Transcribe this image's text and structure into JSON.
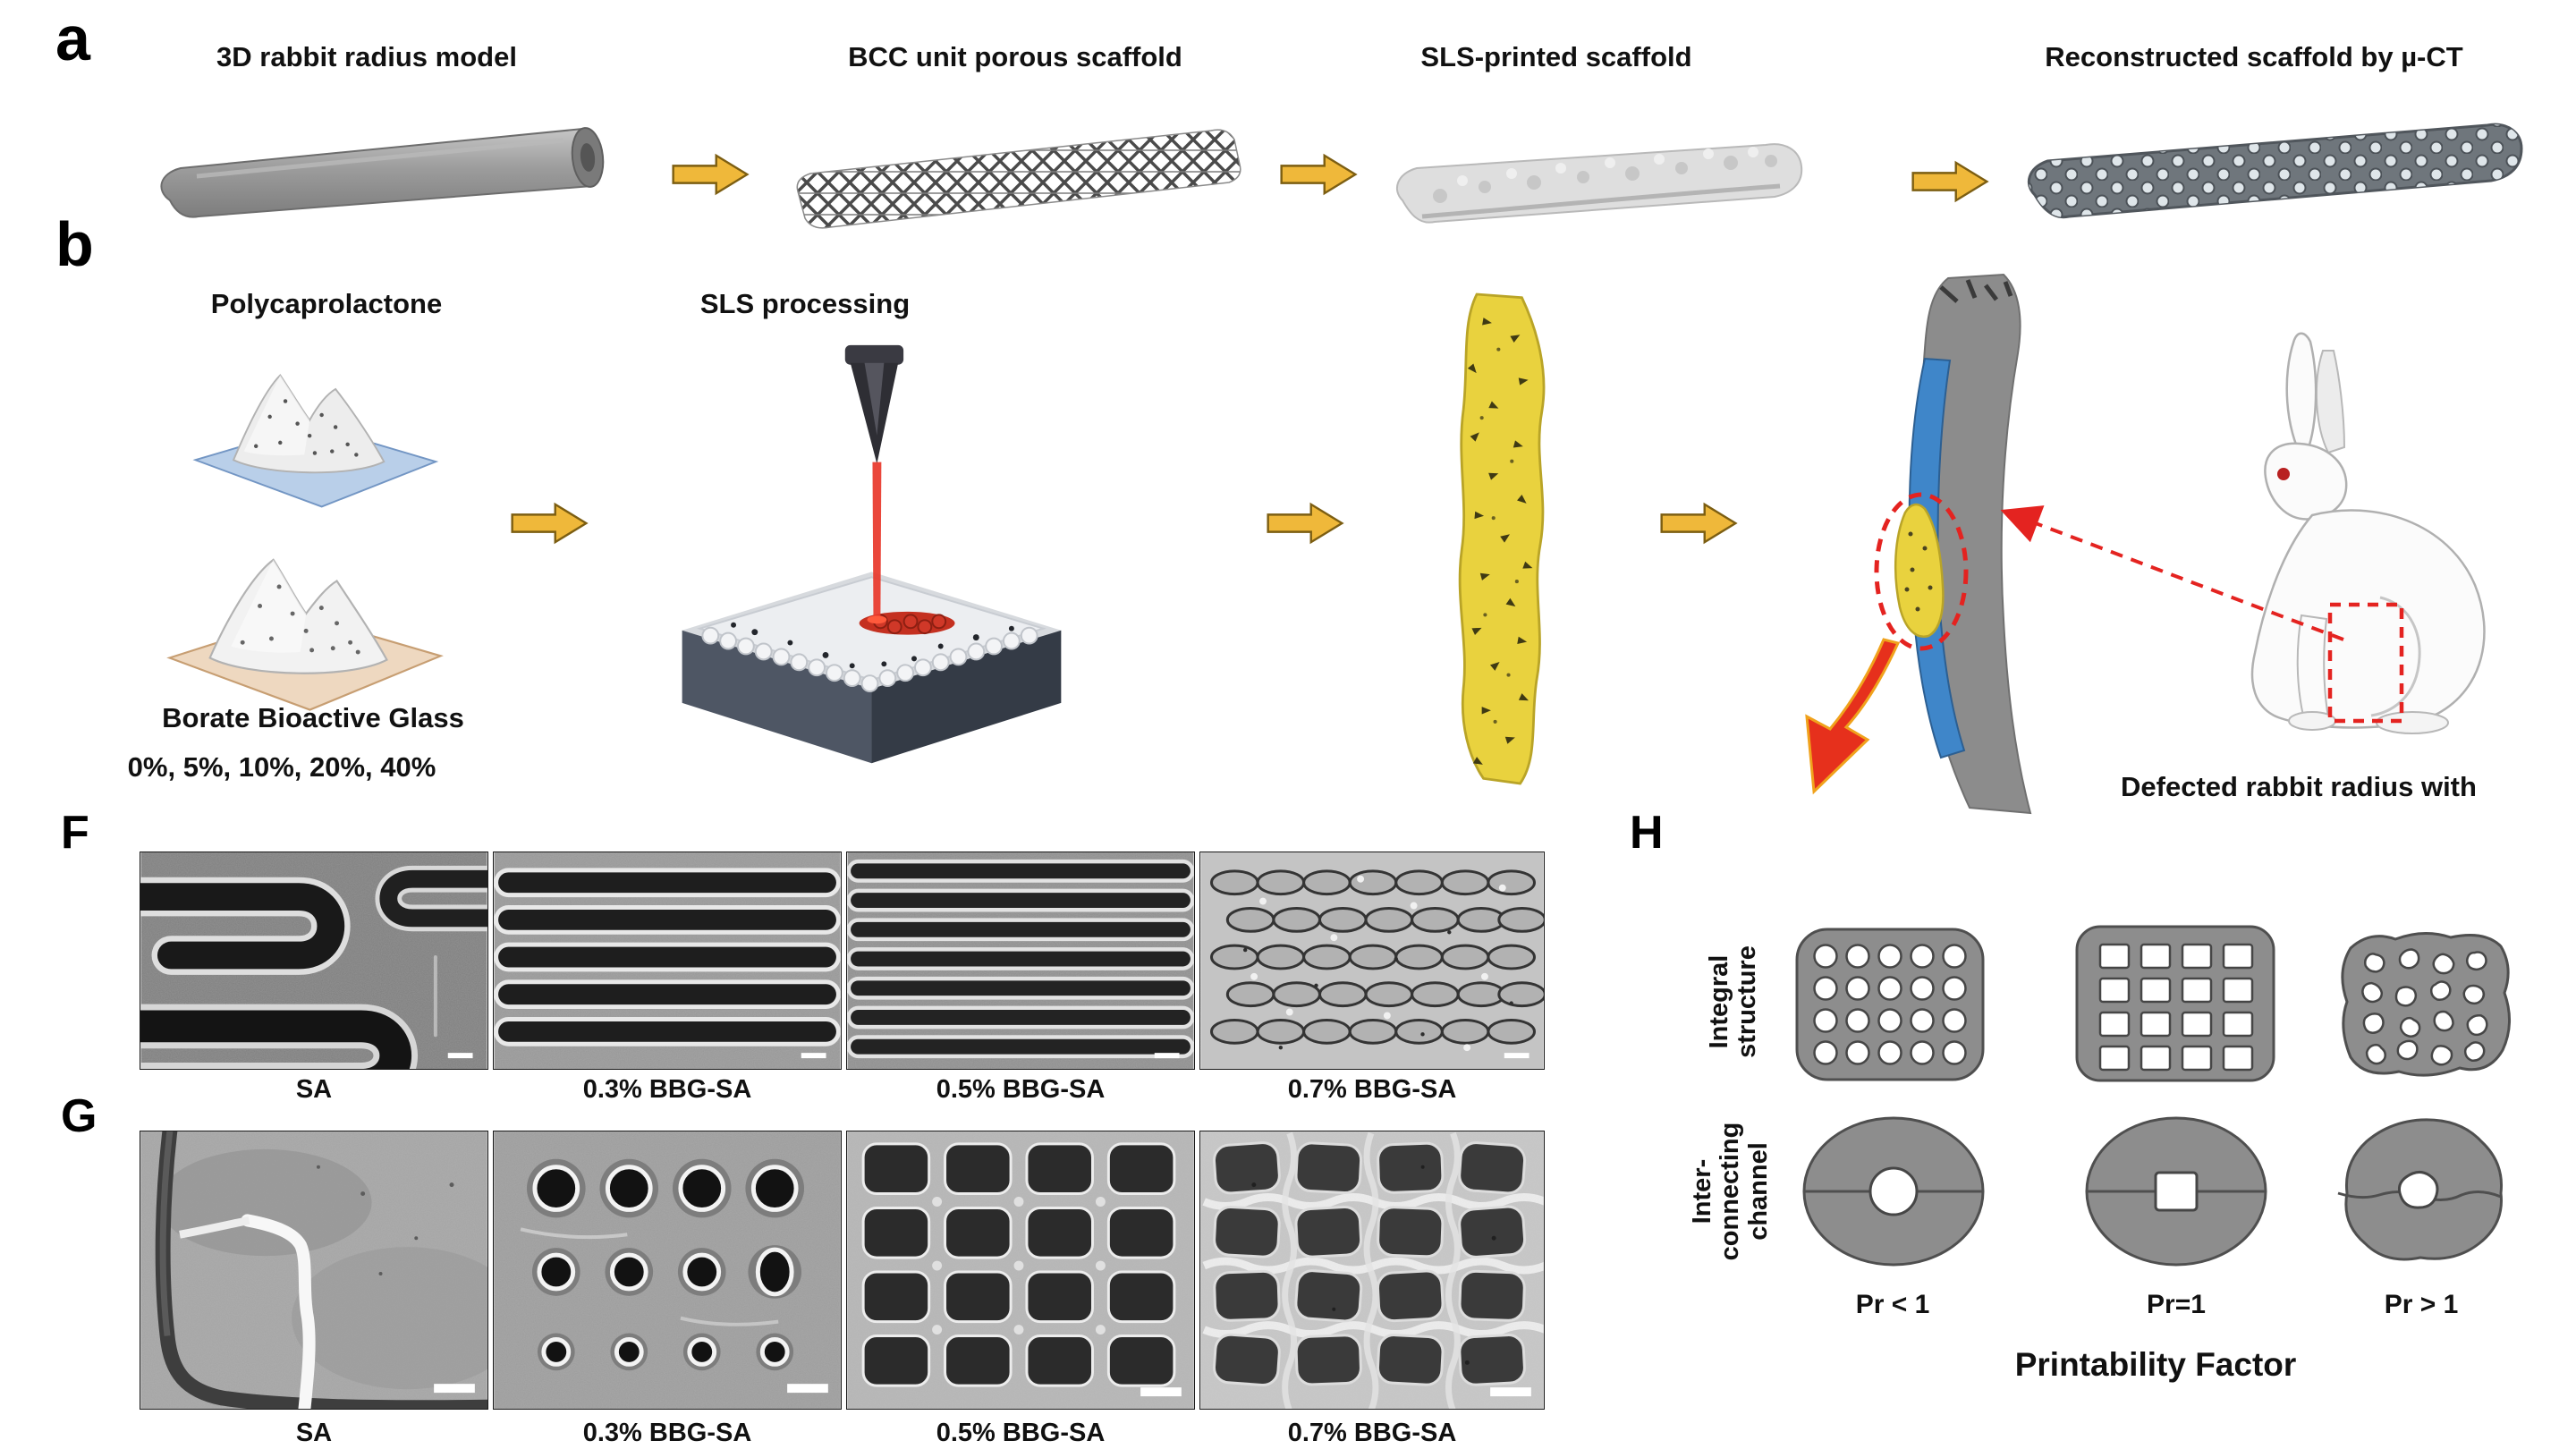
{
  "panel_a": {
    "label": "a",
    "steps": [
      {
        "title": "3D rabbit radius model"
      },
      {
        "title": "BCC unit porous scaffold"
      },
      {
        "title": "SLS-printed scaffold"
      },
      {
        "title": "Reconstructed scaffold by µ-CT"
      }
    ]
  },
  "panel_b": {
    "label": "b",
    "materials": {
      "pcl_title": "Polycaprolactone",
      "bbg_title": "Borate Bioactive Glass",
      "bbg_percentages": "0%, 5%, 10%, 20%, 40%"
    },
    "process_title": "SLS processing",
    "defect_caption": "Defected rabbit radius with"
  },
  "panel_f": {
    "label": "F",
    "images": [
      {
        "caption": "SA"
      },
      {
        "caption": "0.3% BBG-SA"
      },
      {
        "caption": "0.5% BBG-SA"
      },
      {
        "caption": "0.7% BBG-SA"
      }
    ]
  },
  "panel_g": {
    "label": "G",
    "images": [
      {
        "caption": "SA"
      },
      {
        "caption": "0.3% BBG-SA"
      },
      {
        "caption": "0.5% BBG-SA"
      },
      {
        "caption": "0.7% BBG-SA"
      }
    ]
  },
  "panel_h": {
    "label": "H",
    "row_labels": [
      "Integral\nstructure",
      "Inter-\nconnecting\nchannel"
    ],
    "factor_labels": [
      "Pr < 1",
      "Pr=1",
      "Pr > 1"
    ],
    "title": "Printability Factor"
  },
  "colors": {
    "arrow_fill": "#efb83a",
    "scaffold_yellow": "#e9d23e",
    "highlight_red": "#e42320",
    "bone_gray": "#8c8c8c",
    "ulna_blue": "#3f86c9"
  }
}
